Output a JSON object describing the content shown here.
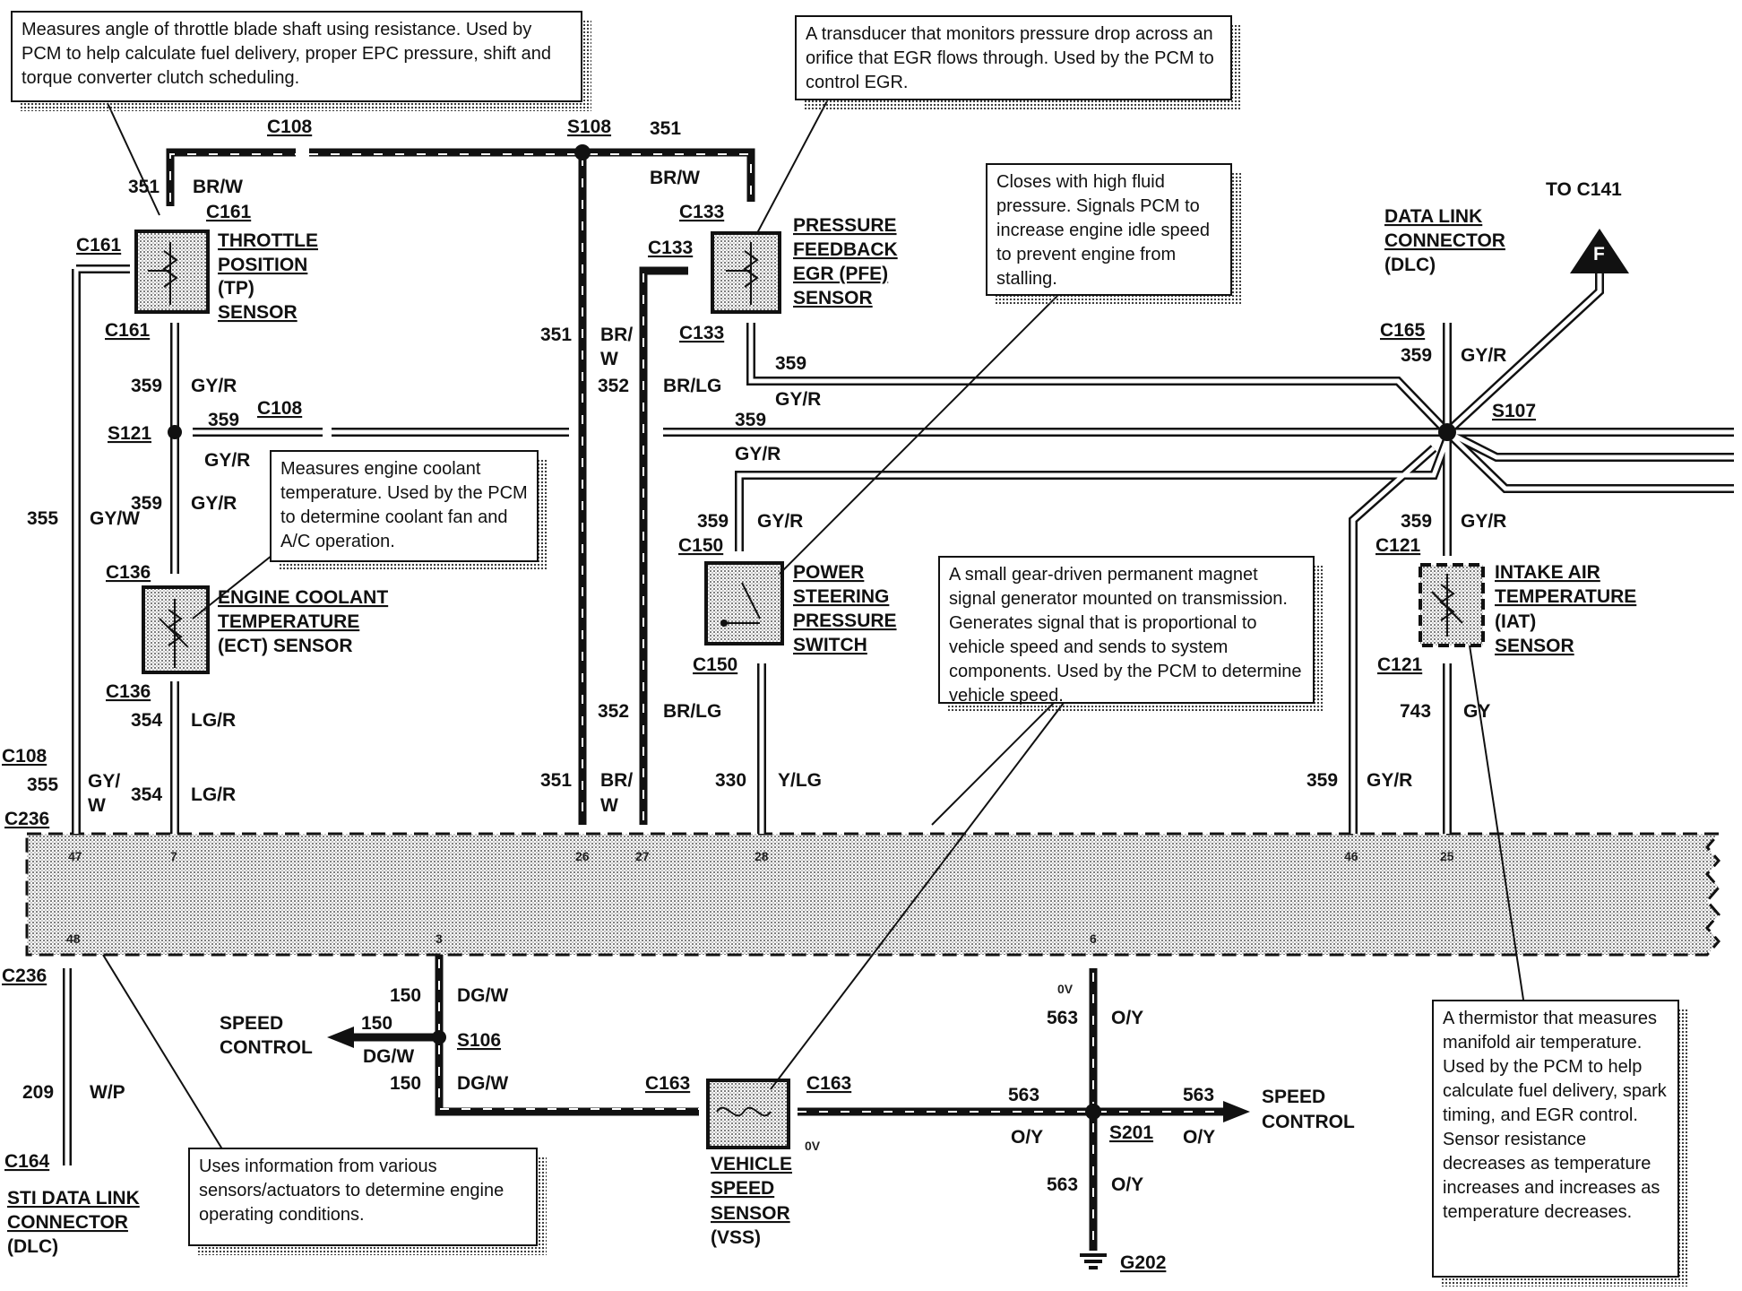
{
  "notes": {
    "tp": "Measures angle of throttle blade shaft using resistance. Used by PCM to help calculate fuel delivery, proper EPC pressure, shift and torque converter clutch scheduling.",
    "pfe": "A transducer that monitors pressure drop across an orifice that EGR flows through. Used by the PCM to control EGR.",
    "pss": "Closes with high fluid pressure. Signals PCM to increase engine idle speed to prevent engine from stalling.",
    "ect": "Measures engine coolant temperature. Used by the PCM to determine coolant fan and A/C operation.",
    "vss": "A small gear-driven permanent magnet signal generator mounted on transmission. Generates signal that is proportional to vehicle speed and sends to system components. Used by the PCM to determine vehicle speed.",
    "pcm": "Uses information from various sensors/actuators to determine engine operating conditions.",
    "iat": "A thermistor that measures manifold air temperature. Used by the PCM to help calculate fuel delivery, spark timing, and EGR control. Sensor resistance decreases as temperature increases and increases as temperature decreases."
  },
  "components": {
    "tp": [
      "THROTTLE",
      "POSITION",
      "(TP)",
      "SENSOR"
    ],
    "ect": [
      "ENGINE COOLANT",
      "TEMPERATURE",
      "(ECT) SENSOR"
    ],
    "pfe": [
      "PRESSURE",
      "FEEDBACK",
      "EGR (PFE)",
      "SENSOR"
    ],
    "pss": [
      "POWER",
      "STEERING",
      "PRESSURE",
      "SWITCH"
    ],
    "dlc": [
      "DATA  LINK",
      "CONNECTOR",
      "(DLC)"
    ],
    "iat": [
      "INTAKE AIR",
      "TEMPERATURE",
      "(IAT)",
      "SENSOR"
    ],
    "vss": [
      "VEHICLE",
      "SPEED",
      "SENSOR",
      "(VSS)"
    ],
    "sti": [
      "STI DATA LINK",
      "CONNECTOR",
      "(DLC)"
    ],
    "speed_left": [
      "SPEED",
      "CONTROL"
    ],
    "speed_right": [
      "SPEED",
      "CONTROL"
    ],
    "to_c141": "TO C141",
    "f_marker": "F"
  },
  "connectors": {
    "c108_top": "C108",
    "s108": "S108",
    "c161a": "C161",
    "c161b": "C161",
    "c161c": "C161",
    "c133a": "C133",
    "c133b": "C133",
    "c133c": "C133",
    "c165": "C165",
    "s107": "S107",
    "s121": "S121",
    "c108_mid": "C108",
    "c136a": "C136",
    "c136b": "C136",
    "c150a": "C150",
    "c150b": "C150",
    "c121a": "C121",
    "c121b": "C121",
    "c108_low": "C108",
    "c236a": "C236",
    "c236b": "C236",
    "s106": "S106",
    "c163a": "C163",
    "c163b": "C163",
    "s201": "S201",
    "c164": "C164",
    "g202": "G202"
  },
  "wires": {
    "w351a": "351",
    "w351_top": "351",
    "brw_a": "BR/W",
    "brw_b": "BR/W",
    "w359a": "359",
    "gyr_a": "GY/R",
    "w359b": "359",
    "gyr_b": "GY/R",
    "w359c": "359",
    "gyr_c": "GY/R",
    "w359d": "359",
    "gyr_d": "GY/R",
    "w359e": "359",
    "gyr_e": "GY/R",
    "gyr_f": "GY/R",
    "w359f": "359",
    "gyr_g": "GY/R",
    "w359g": "359",
    "gyr_h": "GY/R",
    "w359h": "359",
    "gyr_i": "GY/R",
    "w355a": "355",
    "gyw_a": "GY/W",
    "w355b": "355",
    "gyw_b1": "GY/",
    "gyw_b2": "W",
    "w354a": "354",
    "lgr_a": "LG/R",
    "w354b": "354",
    "lgr_b": "LG/R",
    "w351b": "351",
    "brw_c1": "BR/",
    "brw_c2": "W",
    "w352a": "352",
    "brlg_a": "BR/LG",
    "w352b": "352",
    "brlg_b": "BR/LG",
    "w351c": "351",
    "brw_d1": "BR/",
    "brw_d2": "W",
    "w330": "330",
    "ylg": "Y/LG",
    "w743": "743",
    "gy": "GY",
    "w150a": "150",
    "dgw_a": "DG/W",
    "w150b": "150",
    "dgw_b": "DG/W",
    "w150c": "150",
    "dgw_c": "DG/W",
    "w563a": "563",
    "oy_a": "O/Y",
    "w563b": "563",
    "oy_b": "O/Y",
    "w563c": "563",
    "oy_c": "O/Y",
    "w563d": "563",
    "oy_d": "O/Y",
    "w209": "209",
    "wp": "W/P",
    "ov_a": "0V",
    "ov_b": "0V"
  },
  "pins": {
    "p47": "47",
    "p7": "7",
    "p26": "26",
    "p27": "27",
    "p28": "28",
    "p46": "46",
    "p25": "25",
    "p48": "48",
    "p3": "3",
    "p6": "6"
  }
}
